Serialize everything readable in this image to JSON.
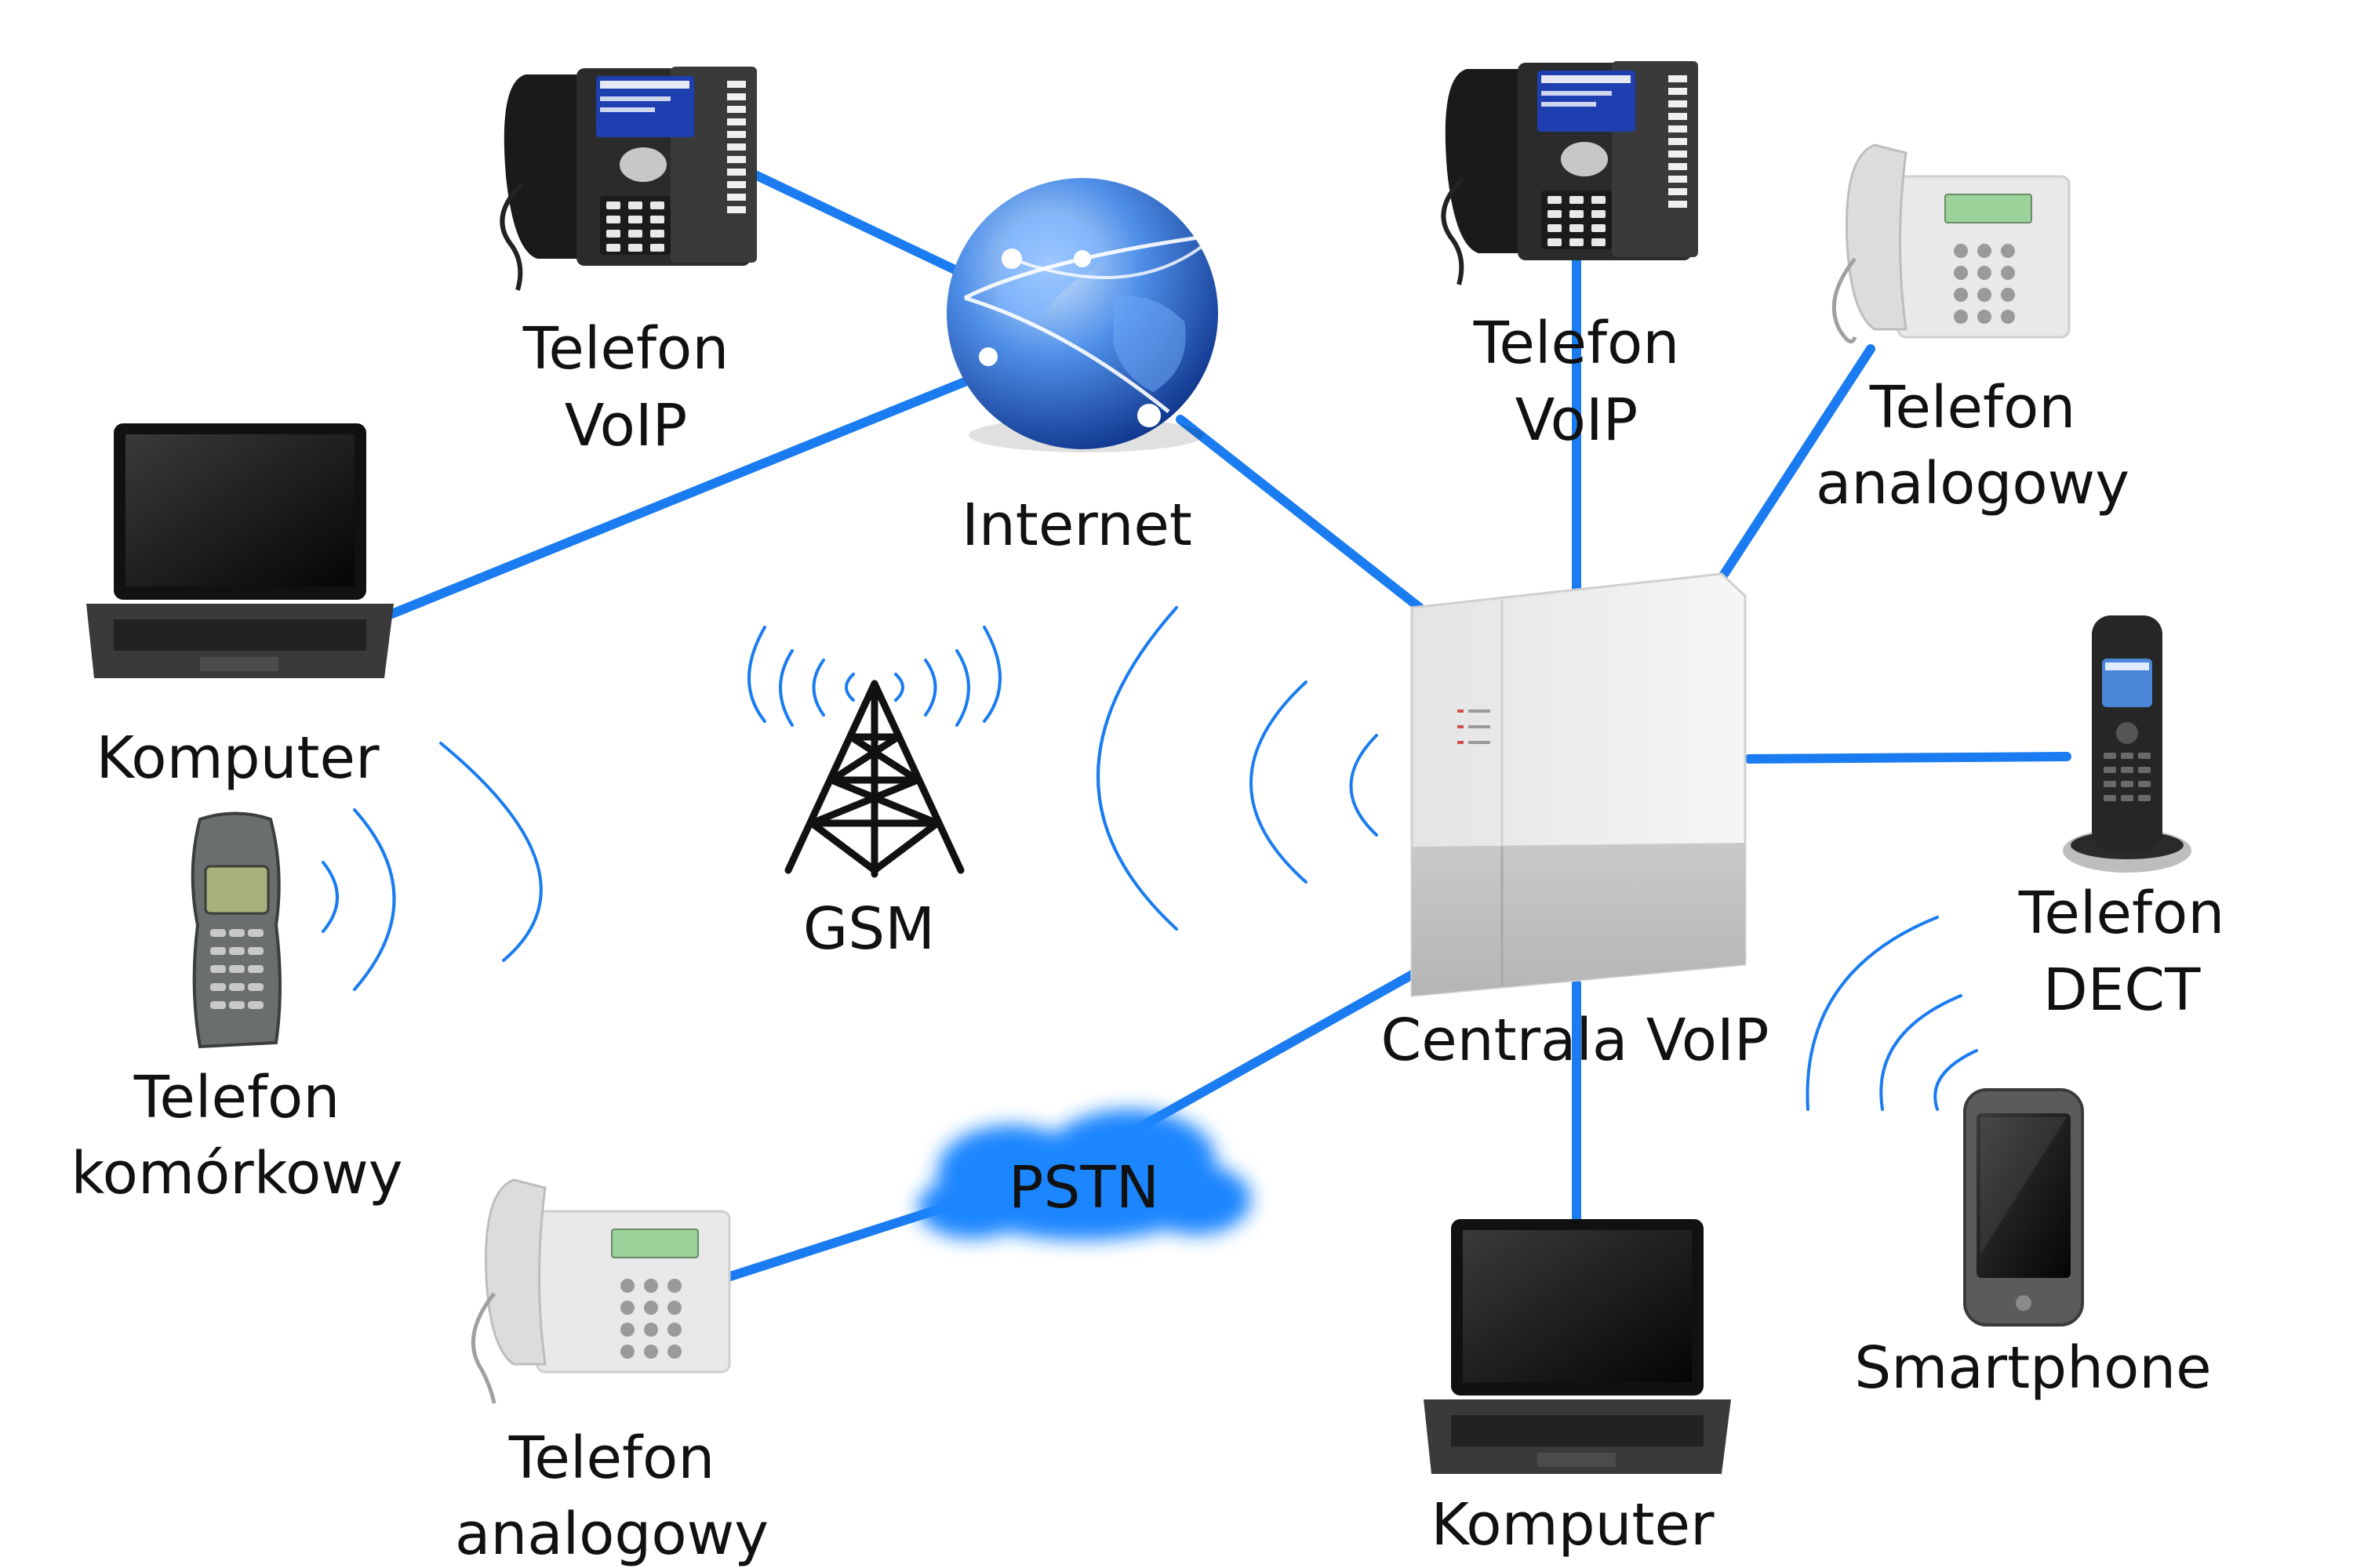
{
  "colors": {
    "link": "#1a7cf0",
    "cloud": "#1a86ff",
    "text": "#111111",
    "background": "#ffffff"
  },
  "icons": {
    "internet": "globe-icon",
    "gsm": "radio-tower-icon",
    "pstn": "cloud-icon",
    "pbx": "pbx-box-icon",
    "voip_phone": "desk-phone-icon",
    "analog_phone": "analog-phone-icon",
    "dect": "cordless-phone-icon",
    "laptop": "laptop-icon",
    "mobile": "mobile-phone-icon",
    "smartphone": "smartphone-icon"
  },
  "nodes": {
    "voip_phone_left": {
      "line1": "Telefon",
      "line2": "VoIP"
    },
    "internet": {
      "label": "Internet"
    },
    "voip_phone_right": {
      "line1": "Telefon",
      "line2": "VoIP"
    },
    "analog_phone_top": {
      "line1": "Telefon",
      "line2": "analogowy"
    },
    "computer_left": {
      "label": "Komputer"
    },
    "gsm": {
      "label": "GSM"
    },
    "central": {
      "label": "Centrala VoIP"
    },
    "dect": {
      "line1": "Telefon",
      "line2": "DECT"
    },
    "mobile": {
      "line1": "Telefon",
      "line2": "komórkowy"
    },
    "pstn": {
      "label": "PSTN"
    },
    "smartphone": {
      "label": "Smartphone"
    },
    "analog_phone_bottom": {
      "line1": "Telefon",
      "line2": "analogowy"
    },
    "computer_bottom": {
      "label": "Komputer"
    }
  }
}
